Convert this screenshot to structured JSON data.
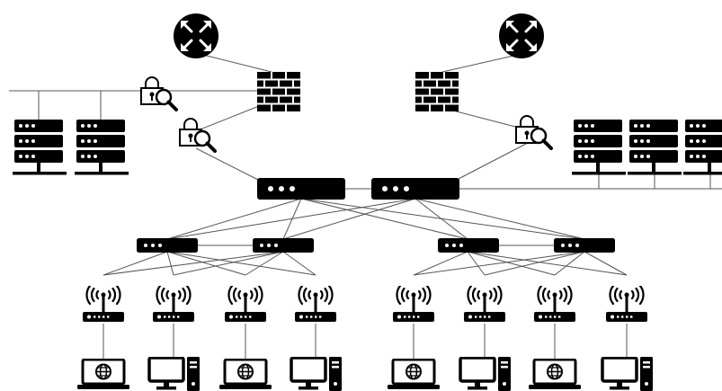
{
  "diagram": {
    "colors": {
      "ink": "#000000",
      "paper": "#ffffff",
      "line": "#555555"
    },
    "icons": {
      "router": "router-icon",
      "firewall": "firewall-brick-icon",
      "inspection": "lock-magnifier-icon",
      "server": "server-rack-icon",
      "core_switch": "core-switch-icon",
      "access_switch": "access-switch-icon",
      "wireless_ap": "wireless-access-point-icon",
      "laptop": "laptop-globe-icon",
      "desktop": "desktop-tower-icon"
    },
    "groups": {
      "edge_left": [
        "router",
        "firewall",
        "inspection",
        "inspection",
        "server",
        "server"
      ],
      "edge_right": [
        "router",
        "firewall",
        "inspection",
        "server",
        "server",
        "server"
      ],
      "core": [
        "core_switch",
        "core_switch"
      ],
      "distribution": [
        "access_switch",
        "access_switch",
        "access_switch",
        "access_switch"
      ],
      "access_points": 8,
      "endpoints": [
        "laptop",
        "desktop",
        "laptop",
        "desktop",
        "laptop",
        "desktop",
        "laptop",
        "desktop"
      ]
    }
  }
}
